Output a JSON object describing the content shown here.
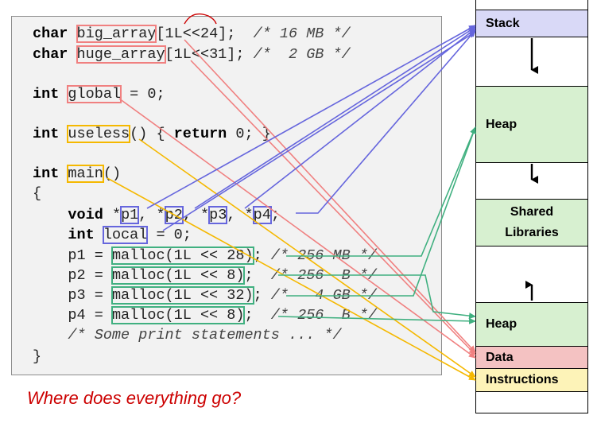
{
  "code": {
    "line1": {
      "kw": "char",
      "name": "big_array",
      "rest": "[1L<<24];",
      "comment": "/* 16 MB */"
    },
    "line2": {
      "kw": "char",
      "name": "huge_array",
      "rest": "[1L<<31];",
      "comment": "/*  2 GB */"
    },
    "line3": {
      "kw": "int",
      "name": "global",
      "rest": " = 0;"
    },
    "line4": {
      "kw": "int",
      "name": "useless",
      "rest": "() { ",
      "kw2": "return",
      "rest2": " 0; }"
    },
    "line5": {
      "kw": "int",
      "name": "main",
      "rest": "()"
    },
    "line6": {
      "text": "{"
    },
    "line7": {
      "kw": "void",
      "p1": "p1",
      "p2": "p2",
      "p3": "p3",
      "p4": "p4"
    },
    "line8": {
      "kw": "int",
      "name": "local",
      "rest": " = 0;"
    },
    "line9": {
      "var": "p1 = ",
      "call": "malloc(1L << 28)",
      "semi": ";",
      "comment": "/* 256 MB */"
    },
    "line10": {
      "var": "p2 = ",
      "call": "malloc(1L << 8)",
      "semi": ";",
      "comment": "/* 256  B */"
    },
    "line11": {
      "var": "p3 = ",
      "call": "malloc(1L << 32)",
      "semi": ";",
      "comment": "/*   4 GB */"
    },
    "line12": {
      "var": "p4 = ",
      "call": "malloc(1L << 8)",
      "semi": ";",
      "comment": "/* 256  B */"
    },
    "line13": {
      "comment": "/* Some print statements ... */"
    },
    "line14": {
      "text": "}"
    }
  },
  "memory": {
    "stack": "Stack",
    "heap_top": "Heap",
    "shared_libraries": "Shared Libraries",
    "heap_bottom": "Heap",
    "data": "Data",
    "instructions": "Instructions"
  },
  "question": "Where does everything go?",
  "colors": {
    "stack": "#d9d9f7",
    "heap": "#d7f0d0",
    "shared": "#d7f0d0",
    "data": "#f4c2c2",
    "instructions": "#fdf3b8",
    "red_arrow": "#f08080",
    "yellow_arrow": "#f5b800",
    "blue_arrow": "#6666dd",
    "green_arrow": "#40b080"
  }
}
